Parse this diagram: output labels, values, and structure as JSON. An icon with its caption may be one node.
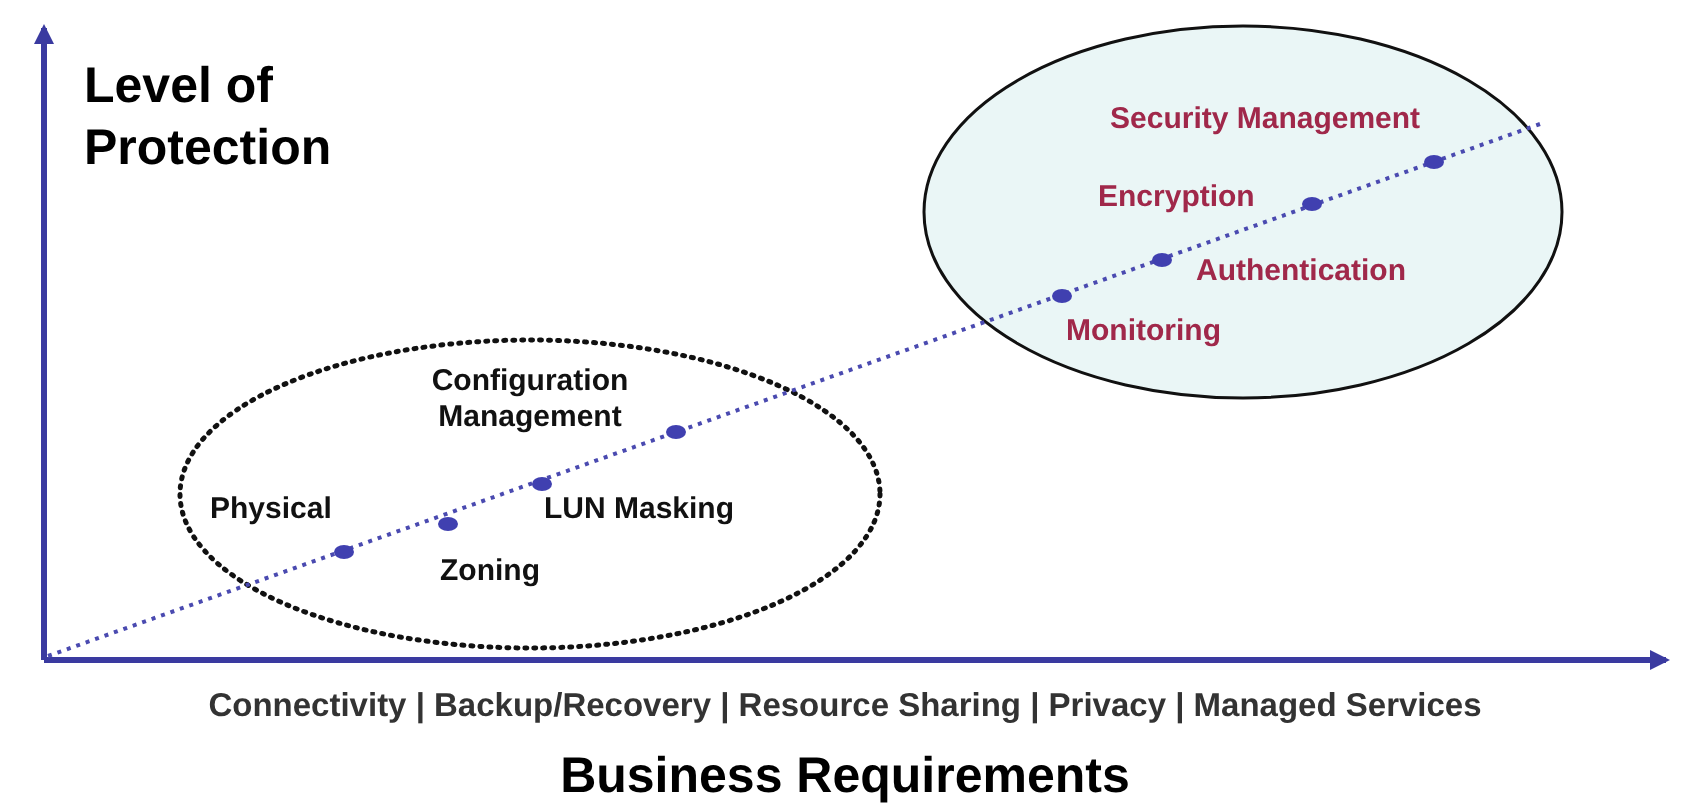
{
  "diagram": {
    "nodes": [
      {
        "text": [],
        "shape": "ellipse"
      },
      {
        "text": [
          "Configuration Management"
        ],
        "in": 0
      },
      {
        "text": [
          "Physical"
        ],
        "in": 0
      },
      {
        "text": [
          "LUN Masking"
        ],
        "in": 0
      },
      {
        "text": [
          "Zoning"
        ],
        "in": 0
      },
      {
        "text": [],
        "shape": "ellipse"
      },
      {
        "text": [
          "Security Management"
        ],
        "in": 5
      },
      {
        "text": [
          "Encryption"
        ],
        "in": 5
      },
      {
        "text": [
          "Authentication"
        ],
        "in": 5
      },
      {
        "text": [
          "Monitoring"
        ],
        "in": 5
      }
    ],
    "labels": [
      "Level of Protection",
      "Connectivity | Backup/Recovery | Resource Sharing | Privacy | Managed Services",
      "Business Requirements"
    ]
  }
}
